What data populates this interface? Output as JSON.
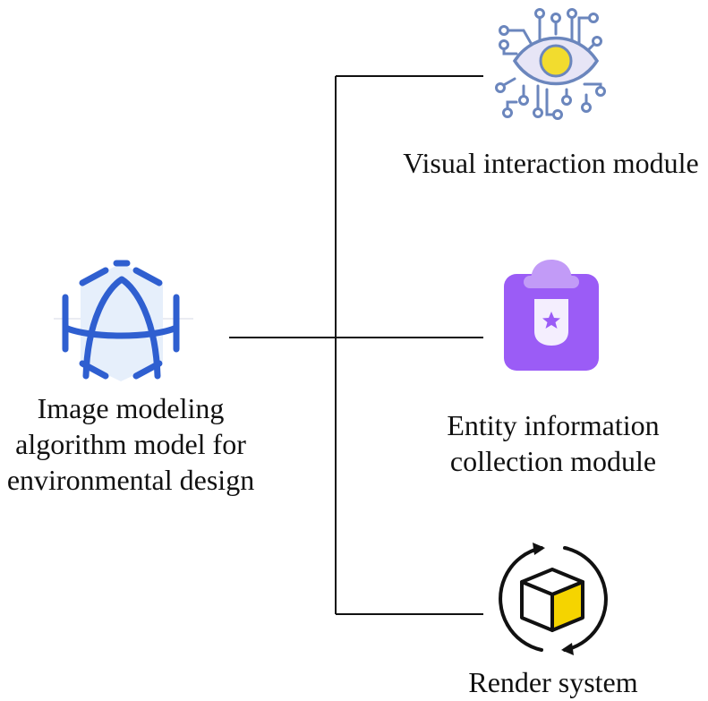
{
  "root": {
    "label_lines": [
      "Image modeling",
      "algorithm model for",
      "environmental design"
    ],
    "icon": "cube-network-icon",
    "icon_color": "#2f5fd0"
  },
  "modules": [
    {
      "label_lines": [
        "Visual interaction module"
      ],
      "icon": "eye-circuit-icon",
      "accent": "#f2dc2e"
    },
    {
      "label_lines": [
        "Entity information",
        "collection module"
      ],
      "icon": "clipboard-star-icon",
      "accent": "#9b5cf6"
    },
    {
      "label_lines": [
        "Render system"
      ],
      "icon": "rotating-cube-icon",
      "accent": "#f5d400"
    }
  ]
}
